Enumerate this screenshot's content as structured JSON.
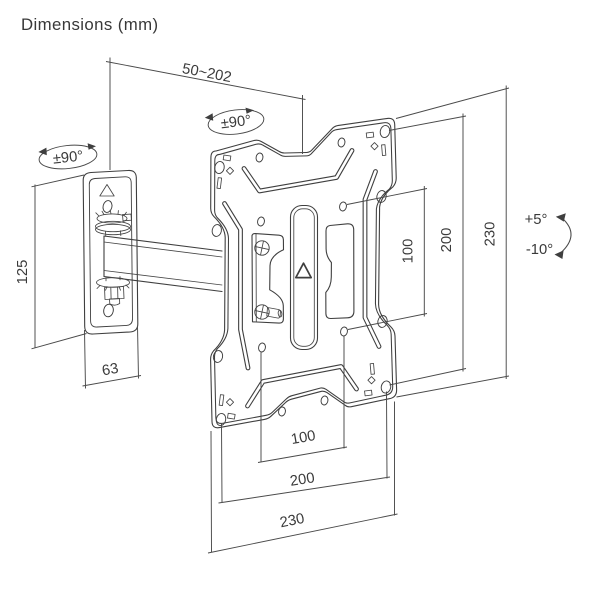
{
  "title": "Dimensions (mm)",
  "diagram": {
    "type": "technical-dimension-drawing",
    "subject": "full-motion TV wall-mount bracket (VESA plate with articulating arm and wall plate)",
    "units": "mm",
    "line_color": "#3f3f3f",
    "text_color": "#3a3a3a",
    "background": "#ffffff"
  },
  "labels": {
    "arm_extension": "50~202",
    "plate_swivel": "±90°",
    "wall_swivel": "±90°",
    "wall_plate_height": "125",
    "wall_plate_width": "63",
    "vesa_height_100": "100",
    "vesa_height_200": "200",
    "plate_height_230": "230",
    "vesa_width_100": "100",
    "vesa_width_200": "200",
    "plate_width_230": "230",
    "tilt_up": "+5°",
    "tilt_down": "-10°"
  }
}
